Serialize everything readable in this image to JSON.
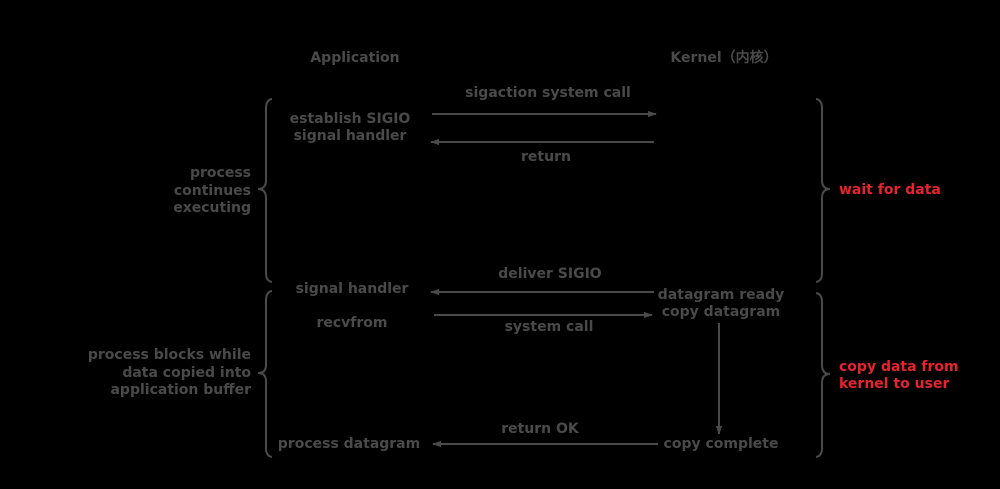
{
  "columns": {
    "application": "Application",
    "kernel": "Kernel（内核）"
  },
  "phase1": {
    "app_step": [
      "establish SIGIO",
      "signal handler"
    ],
    "call_label": "sigaction system call",
    "return_label": "return",
    "left_note": [
      "process",
      "continues",
      "executing"
    ],
    "right_note": "wait for data"
  },
  "phase2": {
    "deliver_label": "deliver SIGIO",
    "app_signal_handler": "signal handler",
    "kernel_ready": [
      "datagram ready",
      "copy datagram"
    ],
    "app_recvfrom": "recvfrom",
    "syscall_label": "system call",
    "left_note": [
      "process blocks while",
      "data copied into",
      "application buffer"
    ],
    "right_note": [
      "copy data from",
      "kernel to user"
    ],
    "return_ok_label": "return OK",
    "app_process": "process datagram",
    "kernel_complete": "copy complete"
  },
  "colors": {
    "text": "#4a4a4a",
    "line": "#4a4a4a",
    "accent": "#e8232e",
    "background": "#000000"
  }
}
